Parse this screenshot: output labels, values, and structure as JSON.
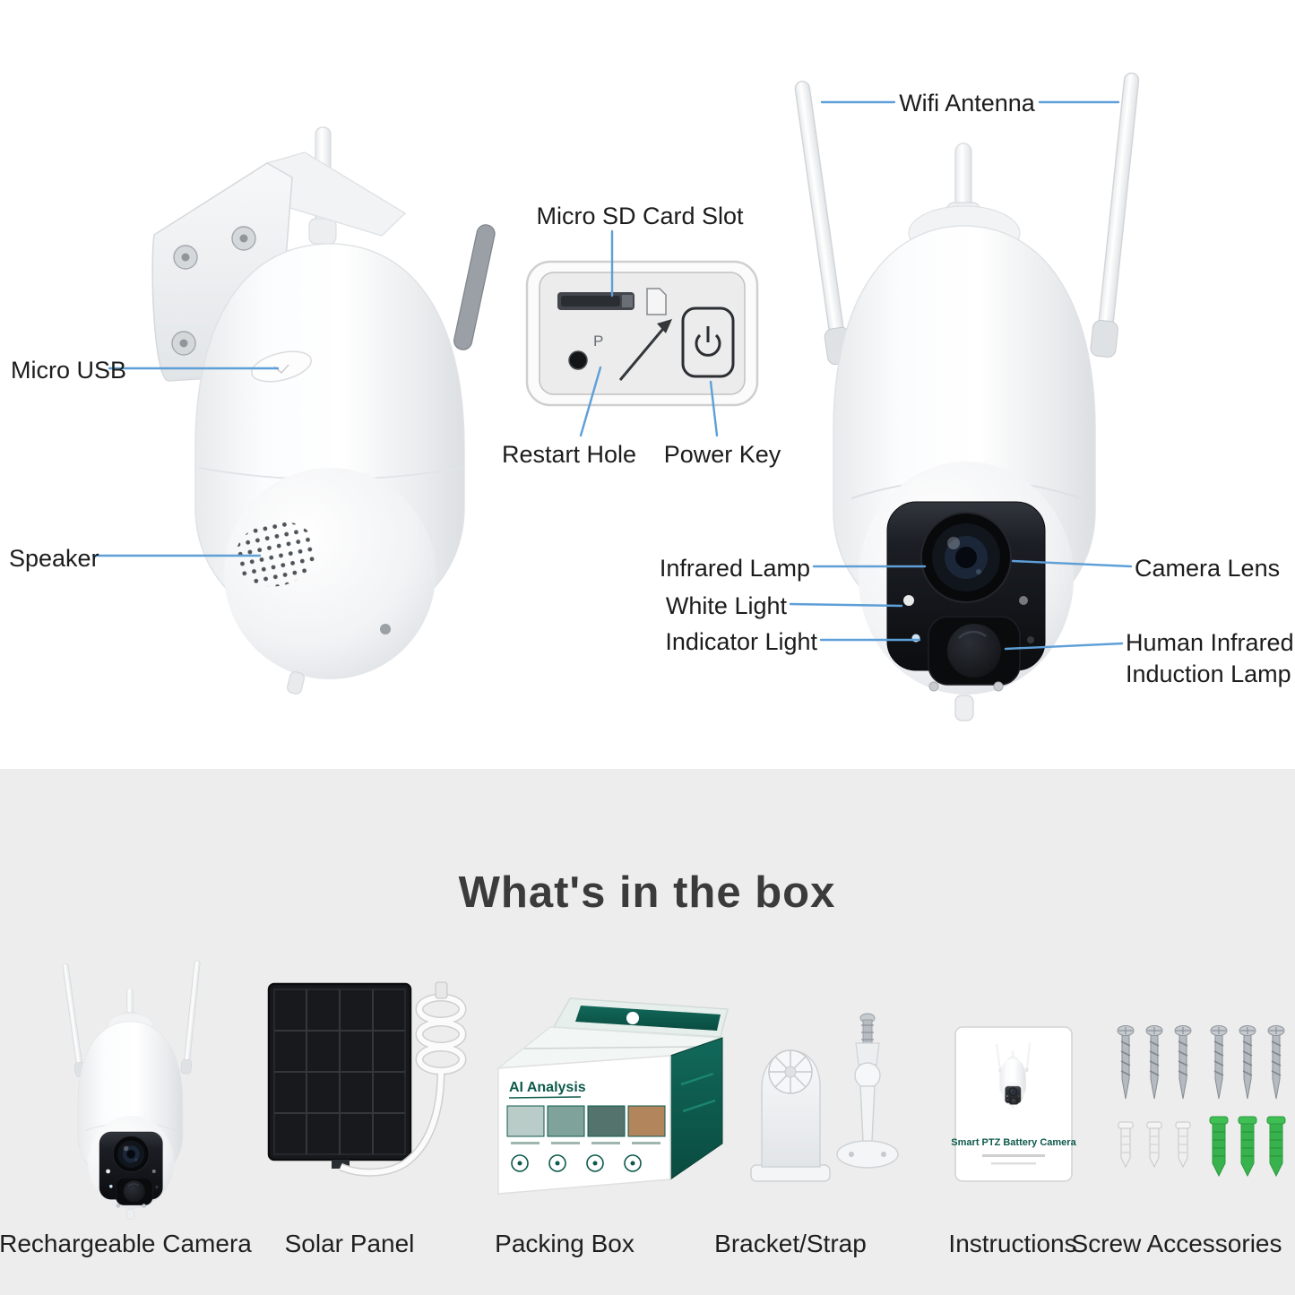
{
  "callouts": {
    "wifi_antenna": "Wifi Antenna",
    "micro_sd_card_slot": "Micro SD Card Slot",
    "micro_usb": "Micro USB",
    "restart_hole": "Restart Hole",
    "power_key": "Power Key",
    "speaker": "Speaker",
    "infrared_lamp": "Infrared Lamp",
    "white_light": "White Light",
    "indicator_light": "Indicator Light",
    "camera_lens": "Camera Lens",
    "human_infrared_line1": "Human Infrared",
    "human_infrared_line2": "Induction Lamp"
  },
  "panel": {
    "p_mark": "P"
  },
  "box": {
    "title": "What's in the box",
    "items": [
      {
        "label": "Rechargeable Camera"
      },
      {
        "label": "Solar Panel"
      },
      {
        "label": "Packing Box"
      },
      {
        "label": "Bracket/Strap"
      },
      {
        "label": "Instructions"
      },
      {
        "label": "Screw Accessories"
      }
    ]
  },
  "packing_box": {
    "brand_line": "AI Analysis"
  },
  "instructions": {
    "title": "Smart PTZ Battery Camera"
  },
  "colors": {
    "callout_line": "#5e9fd8",
    "title_color": "#3b3b3b",
    "bottom_background": "#ededed",
    "packaging_teal": "#0d5a4c",
    "anchor_green": "#38b24d"
  }
}
